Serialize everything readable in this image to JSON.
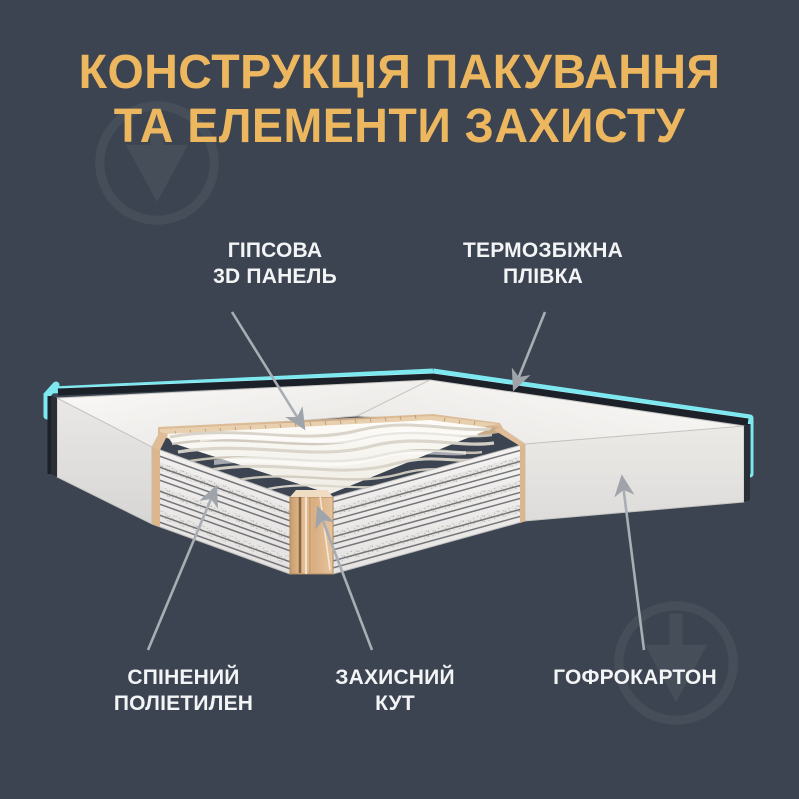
{
  "page": {
    "background_color": "#3b4450",
    "title_color": "#ecb75f",
    "label_color": "#f3f4f6",
    "leader_color": "#a9adb4",
    "film_color": "#7de8f0",
    "cardboard_color": "#dcb48b",
    "panel_color": "#f5f2ec"
  },
  "title": {
    "line1": "КОНСТРУКЦІЯ ПАКУВАННЯ",
    "line2": "ТА ЕЛЕМЕНТИ ЗАХИСТУ"
  },
  "labels": {
    "gypsum": {
      "line1": "ГІПСОВА",
      "line2": "3D ПАНЕЛЬ"
    },
    "film": {
      "line1": "ТЕРМОЗБІЖНА",
      "line2": "ПЛІВКА"
    },
    "foam": {
      "line1": "СПІНЕНИЙ",
      "line2": "ПОЛІЕТИЛЕН"
    },
    "corner": {
      "line1": "ЗАХИСНИЙ",
      "line2": "КУТ"
    },
    "cardboard": {
      "line1": "ГОФРОКАРТОН",
      "line2": ""
    }
  }
}
